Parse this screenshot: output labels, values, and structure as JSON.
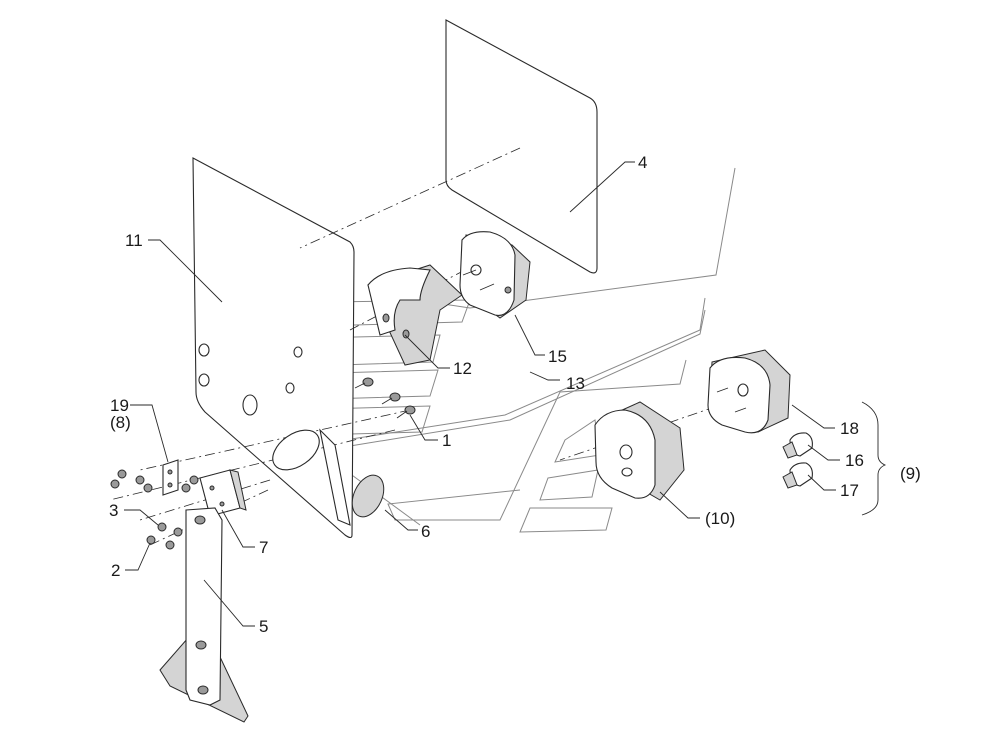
{
  "callouts": [
    {
      "id": "c1",
      "text": "1"
    },
    {
      "id": "c2",
      "text": "2"
    },
    {
      "id": "c3",
      "text": "3"
    },
    {
      "id": "c4",
      "text": "4"
    },
    {
      "id": "c5",
      "text": "5"
    },
    {
      "id": "c6",
      "text": "6"
    },
    {
      "id": "c7",
      "text": "7"
    },
    {
      "id": "c8",
      "text": "(8)"
    },
    {
      "id": "c9",
      "text": "(9)"
    },
    {
      "id": "c10",
      "text": "(10)"
    },
    {
      "id": "c11",
      "text": "11"
    },
    {
      "id": "c12",
      "text": "12"
    },
    {
      "id": "c13",
      "text": "13"
    },
    {
      "id": "c15",
      "text": "15"
    },
    {
      "id": "c16",
      "text": "16"
    },
    {
      "id": "c17",
      "text": "17"
    },
    {
      "id": "c18",
      "text": "18"
    },
    {
      "id": "c19",
      "text": "19"
    }
  ]
}
